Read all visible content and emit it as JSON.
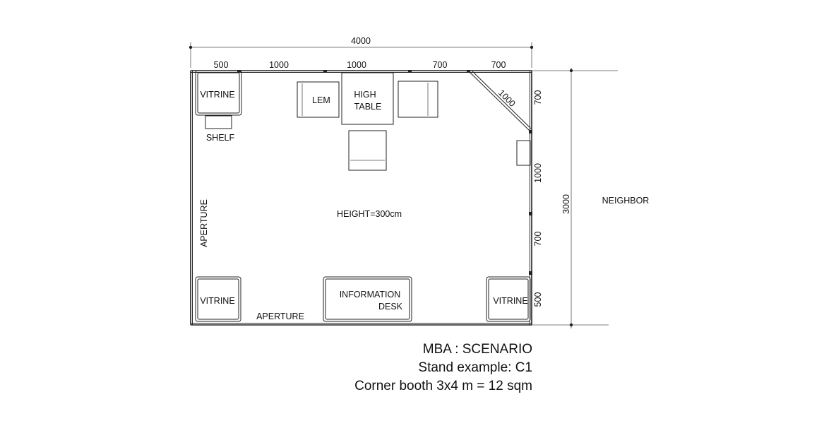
{
  "dimensions": {
    "overall_width": "4000",
    "top_segments": [
      "500",
      "1000",
      "1000",
      "700",
      "700"
    ],
    "diagonal": "1000",
    "overall_depth": "3000",
    "right_segments": [
      "700",
      "1000",
      "700",
      "500"
    ]
  },
  "labels": {
    "vitrine_top_left": "VITRINE",
    "shelf": "SHELF",
    "lem": "LEM",
    "high_table": [
      "HIGH",
      "TABLE"
    ],
    "height": "HEIGHT=300cm",
    "aperture_left": "APERTURE",
    "aperture_bottom": "APERTURE",
    "vitrine_bottom_left": "VITRINE",
    "information_desk": [
      "INFORMATION",
      "DESK"
    ],
    "vitrine_bottom_right": "VITRINE",
    "neighbor": "NEIGHBOR"
  },
  "caption": {
    "line1": "MBA : SCENARIO",
    "line2": "Stand example: C1",
    "line3": "Corner booth 3x4 m = 12 sqm"
  }
}
